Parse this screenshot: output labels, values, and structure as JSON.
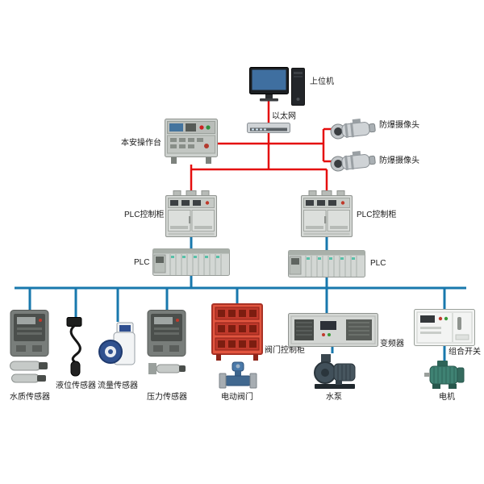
{
  "colors": {
    "network_line": "#e50f0f",
    "device_bus_line": "#1878ad"
  },
  "labels": {
    "host_computer": "上位机",
    "ethernet": "以太网",
    "console": "本安操作台",
    "camera_top": "防爆摄像头",
    "camera_bottom": "防爆摄像头",
    "plc_cabinet_left": "PLC控制柜",
    "plc_cabinet_right": "PLC控制柜",
    "plc_left": "PLC",
    "plc_right": "PLC",
    "water_quality_sensor": "水质传感器",
    "level_sensor": "液位传感器",
    "flow_sensor": "流量传感器",
    "pressure_sensor": "压力传感器",
    "valve_control_cabinet": "阀门控制柜",
    "electric_valve": "电动阀门",
    "frequency_converter": "变频器",
    "water_pump": "水泵",
    "combination_switch": "组合开关",
    "motor": "电机"
  }
}
